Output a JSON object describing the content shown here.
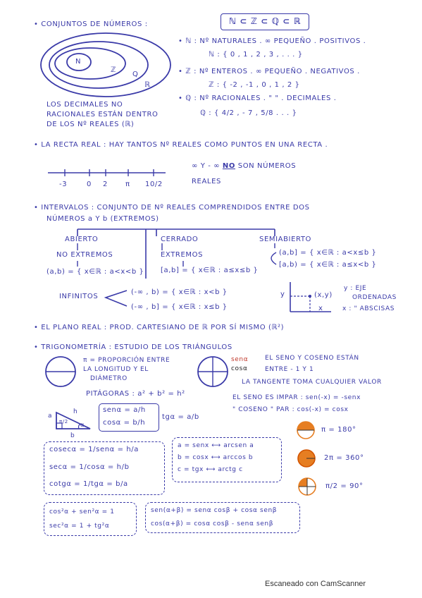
{
  "header": {
    "title": "• CONJUNTOS DE NÚMEROS :",
    "chain": "ℕ ⊂ ℤ ⊂ ℚ ⊂ ℝ"
  },
  "sets": {
    "n_label": "N",
    "z_label": "ℤ",
    "q_label": "Q",
    "r_label": "ℝ",
    "n_line1": "• ℕ : Nº NATURALES . ∞ PEQUEÑO . POSITIVOS .",
    "n_line2": "ℕ : { 0 , 1 , 2 , 3 , . . . }",
    "z_line1": "• ℤ : Nº ENTEROS . ∞ PEQUEÑO . NEGATIVOS .",
    "z_line2": "ℤ : { -2 , -1 , 0 , 1 , 2 }",
    "q_line1": "• ℚ : Nº RACIONALES . \" \" . DECIMALES .",
    "q_line2": "ℚ : { 4/2 , - 7 , 5/8 . . . }",
    "note1": "LOS DECIMALES NO",
    "note2": "RACIONALES ESTÁN DENTRO",
    "note3": "DE LOS Nº REALES (ℝ)"
  },
  "real_line": {
    "title": "• LA RECTA REAL : HAY TANTOS Nº REALES COMO PUNTOS EN UNA RECTA .",
    "ticks": [
      "-3",
      "0",
      "2",
      "π",
      "10/2"
    ],
    "inf_pre": "∞  Y  - ∞",
    "inf_no": "NO",
    "inf_post": "SON NÚMEROS",
    "inf_line2": "REALES"
  },
  "intervals": {
    "title1": "• INTERVALOS : CONJUNTO DE Nº REALES COMPRENDIDOS ENTRE DOS",
    "title2": "NÚMEROS a Y b (EXTREMOS)",
    "open_title": "ABIERTO",
    "open_sub": "NO EXTREMOS",
    "open_def": "(a,b) = { x∈ℝ : a<x<b }",
    "closed_title": "CERRADO",
    "closed_sub": "EXTREMOS",
    "closed_def": "[a,b] = { x∈ℝ : a≤x≤b }",
    "half_title": "SEMIABIERTO",
    "half_def1": "(a,b] = { x∈ℝ : a<x≤b }",
    "half_def2": "[a,b) = { x∈ℝ : a≤x<b }",
    "infinite_label": "INFINITOS",
    "inf_def1": "(-∞ , b) = { x∈ℝ : x<b }",
    "inf_def2": "(-∞ , b] = { x∈ℝ : x≤b }",
    "axis_y": "y",
    "axis_point": "(x,y)",
    "axis_x": "x",
    "y_note1": "y : EJE",
    "y_note2": "ORDENADAS",
    "x_note": "x : \" ABSCISAS"
  },
  "plane": {
    "title": "• EL PLANO REAL : PROD. CARTESIANO DE ℝ POR SÍ MISMO (ℝ²)"
  },
  "trig": {
    "title": "• TRIGONOMETRÍA : ESTUDIO DE LOS TRIÁNGULOS",
    "pi_line1": "π = PROPORCIÓN ENTRE",
    "pi_line2": "LA LONGITUD Y EL",
    "pi_line3": "DIÁMETRO",
    "sen_label": "senα",
    "cos_label": "cosα",
    "range_line1": "EL SENO Y COSENO ESTÁN",
    "range_line2": "ENTRE  - 1  Y  1",
    "tangent": "LA TANGENTE TOMA CUALQUIER VALOR",
    "odd": "EL SENO ES IMPAR : sen(-x) = -senx",
    "even": "\" COSENO \" PAR : cos(-x) = cosx",
    "pythagoras": "PITÁGORAS : a² + b² = h²",
    "tri_a": "a",
    "tri_b": "b",
    "tri_h": "h",
    "tri_angle": "π/2",
    "tri_alpha": "α",
    "sen_def": "senα = a/h",
    "cos_def": "cosα = b/h",
    "tan_def": "tgα = a/b",
    "cosec": "cosecα = 1/senα = h/a",
    "sec": "secα = 1/cosα = h/b",
    "cotan": "cotgα = 1/tgα = b/a",
    "arcsen": "a = senx ⟷ arcsen a",
    "arccos": "b = cosx ⟷ arccos b",
    "arctan": "c = tgx ⟷ arctg c",
    "deg180": "π = 180°",
    "deg360": "2π = 360°",
    "deg90": "π/2 = 90°",
    "identity1": "cos²α + sen²α = 1",
    "identity2": "sec²α = 1 + tg²α",
    "sum_sen": "sen(α+β) = senα cosβ + cosα senβ",
    "sum_cos": "cos(α+β) = cosα cosβ - senα senβ"
  },
  "footer": {
    "scanner": "Escaneado con CamScanner"
  },
  "colors": {
    "ink": "#3a3aa8",
    "red": "#c0392b",
    "orange": "#e67e22"
  }
}
